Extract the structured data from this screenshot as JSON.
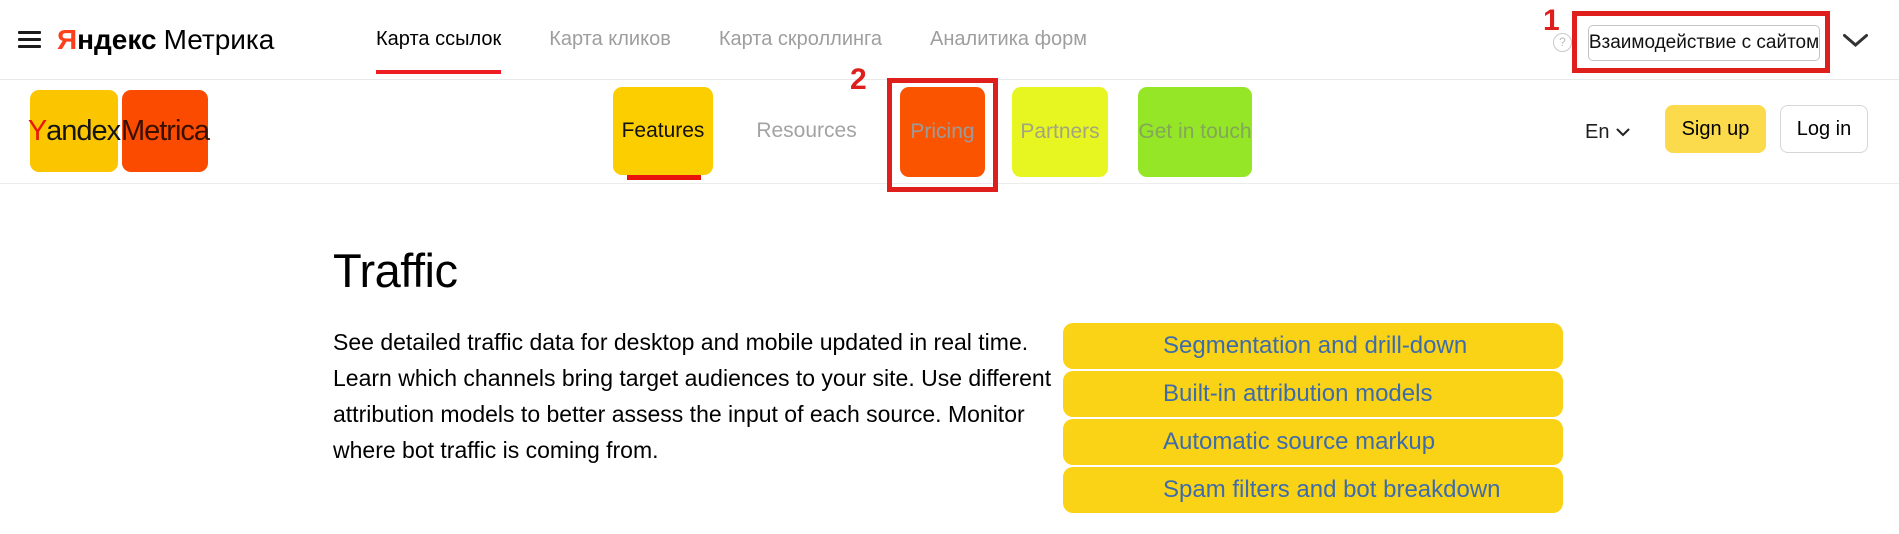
{
  "annotations": {
    "marker_1": "1",
    "marker_2": "2"
  },
  "metrica_bar": {
    "brand": {
      "letter_accent": "Я",
      "name_rest": "ндекс",
      "product": "Метрика"
    },
    "tabs": [
      {
        "label": "Карта ссылок"
      },
      {
        "label": "Карта кликов"
      },
      {
        "label": "Карта скроллинга"
      },
      {
        "label": "Аналитика форм"
      }
    ],
    "help_glyph": "?",
    "mode_selector": {
      "value": "Взаимодействие с сайтом"
    }
  },
  "site_header": {
    "logo": {
      "y_letter": "Y",
      "yandex_rest": "andex",
      "metrica": "Metrica"
    },
    "nav": [
      {
        "label": "Features"
      },
      {
        "label": "Resources"
      },
      {
        "label": "Pricing"
      },
      {
        "label": "Partners"
      },
      {
        "label": "Get in touch"
      }
    ],
    "language": "En",
    "sign_up": "Sign up",
    "log_in": "Log in"
  },
  "content": {
    "title": "Traffic",
    "paragraph_lines": [
      "See detailed traffic data for desktop and mobile updated in real time.",
      "Learn which channels bring target audiences to your site. Use different",
      "attribution models to better assess the input of each source. Monitor",
      "where bot traffic is coming from."
    ],
    "feature_links": [
      "Segmentation and drill-down",
      "Built-in attribution models",
      "Automatic source markup",
      "Spam filters and bot breakdown"
    ]
  },
  "colors": {
    "annotation_red": "#df1f1c",
    "brand_red": "#fc3f1d",
    "active_tab_underline": "#ee1c23",
    "highlight_gold": "#fbc500",
    "highlight_yellow": "#fcce00",
    "highlight_orange": "#fb5400",
    "highlight_lime": "#e7f521",
    "highlight_green": "#95e626",
    "link_row_yellow": "#fbd316",
    "link_blue": "#3e6cab",
    "signup_yellow": "#fbda4b"
  }
}
